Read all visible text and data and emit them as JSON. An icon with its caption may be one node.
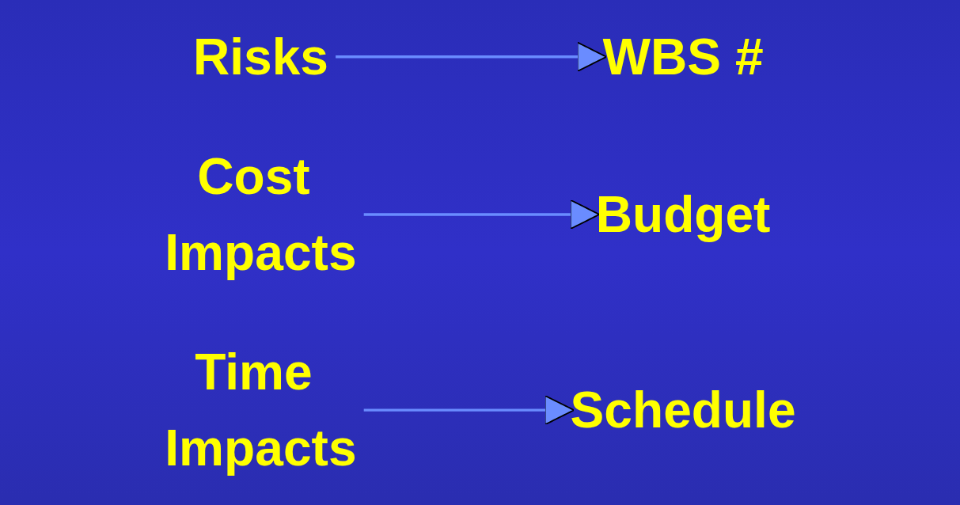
{
  "diagram": {
    "nodes": [
      {
        "text": [
          "Risks"
        ]
      },
      {
        "text": [
          "WBS #"
        ]
      },
      {
        "text": [
          "Cost Impacts"
        ]
      },
      {
        "text": [
          "Budget"
        ]
      },
      {
        "text": [
          "Time Impacts"
        ]
      },
      {
        "text": [
          "Schedule"
        ]
      }
    ],
    "edges": [
      {
        "from": 0,
        "to": 1,
        "arrow": "to"
      },
      {
        "from": 2,
        "to": 3,
        "arrow": "to"
      },
      {
        "from": 4,
        "to": 5,
        "arrow": "to"
      }
    ]
  }
}
